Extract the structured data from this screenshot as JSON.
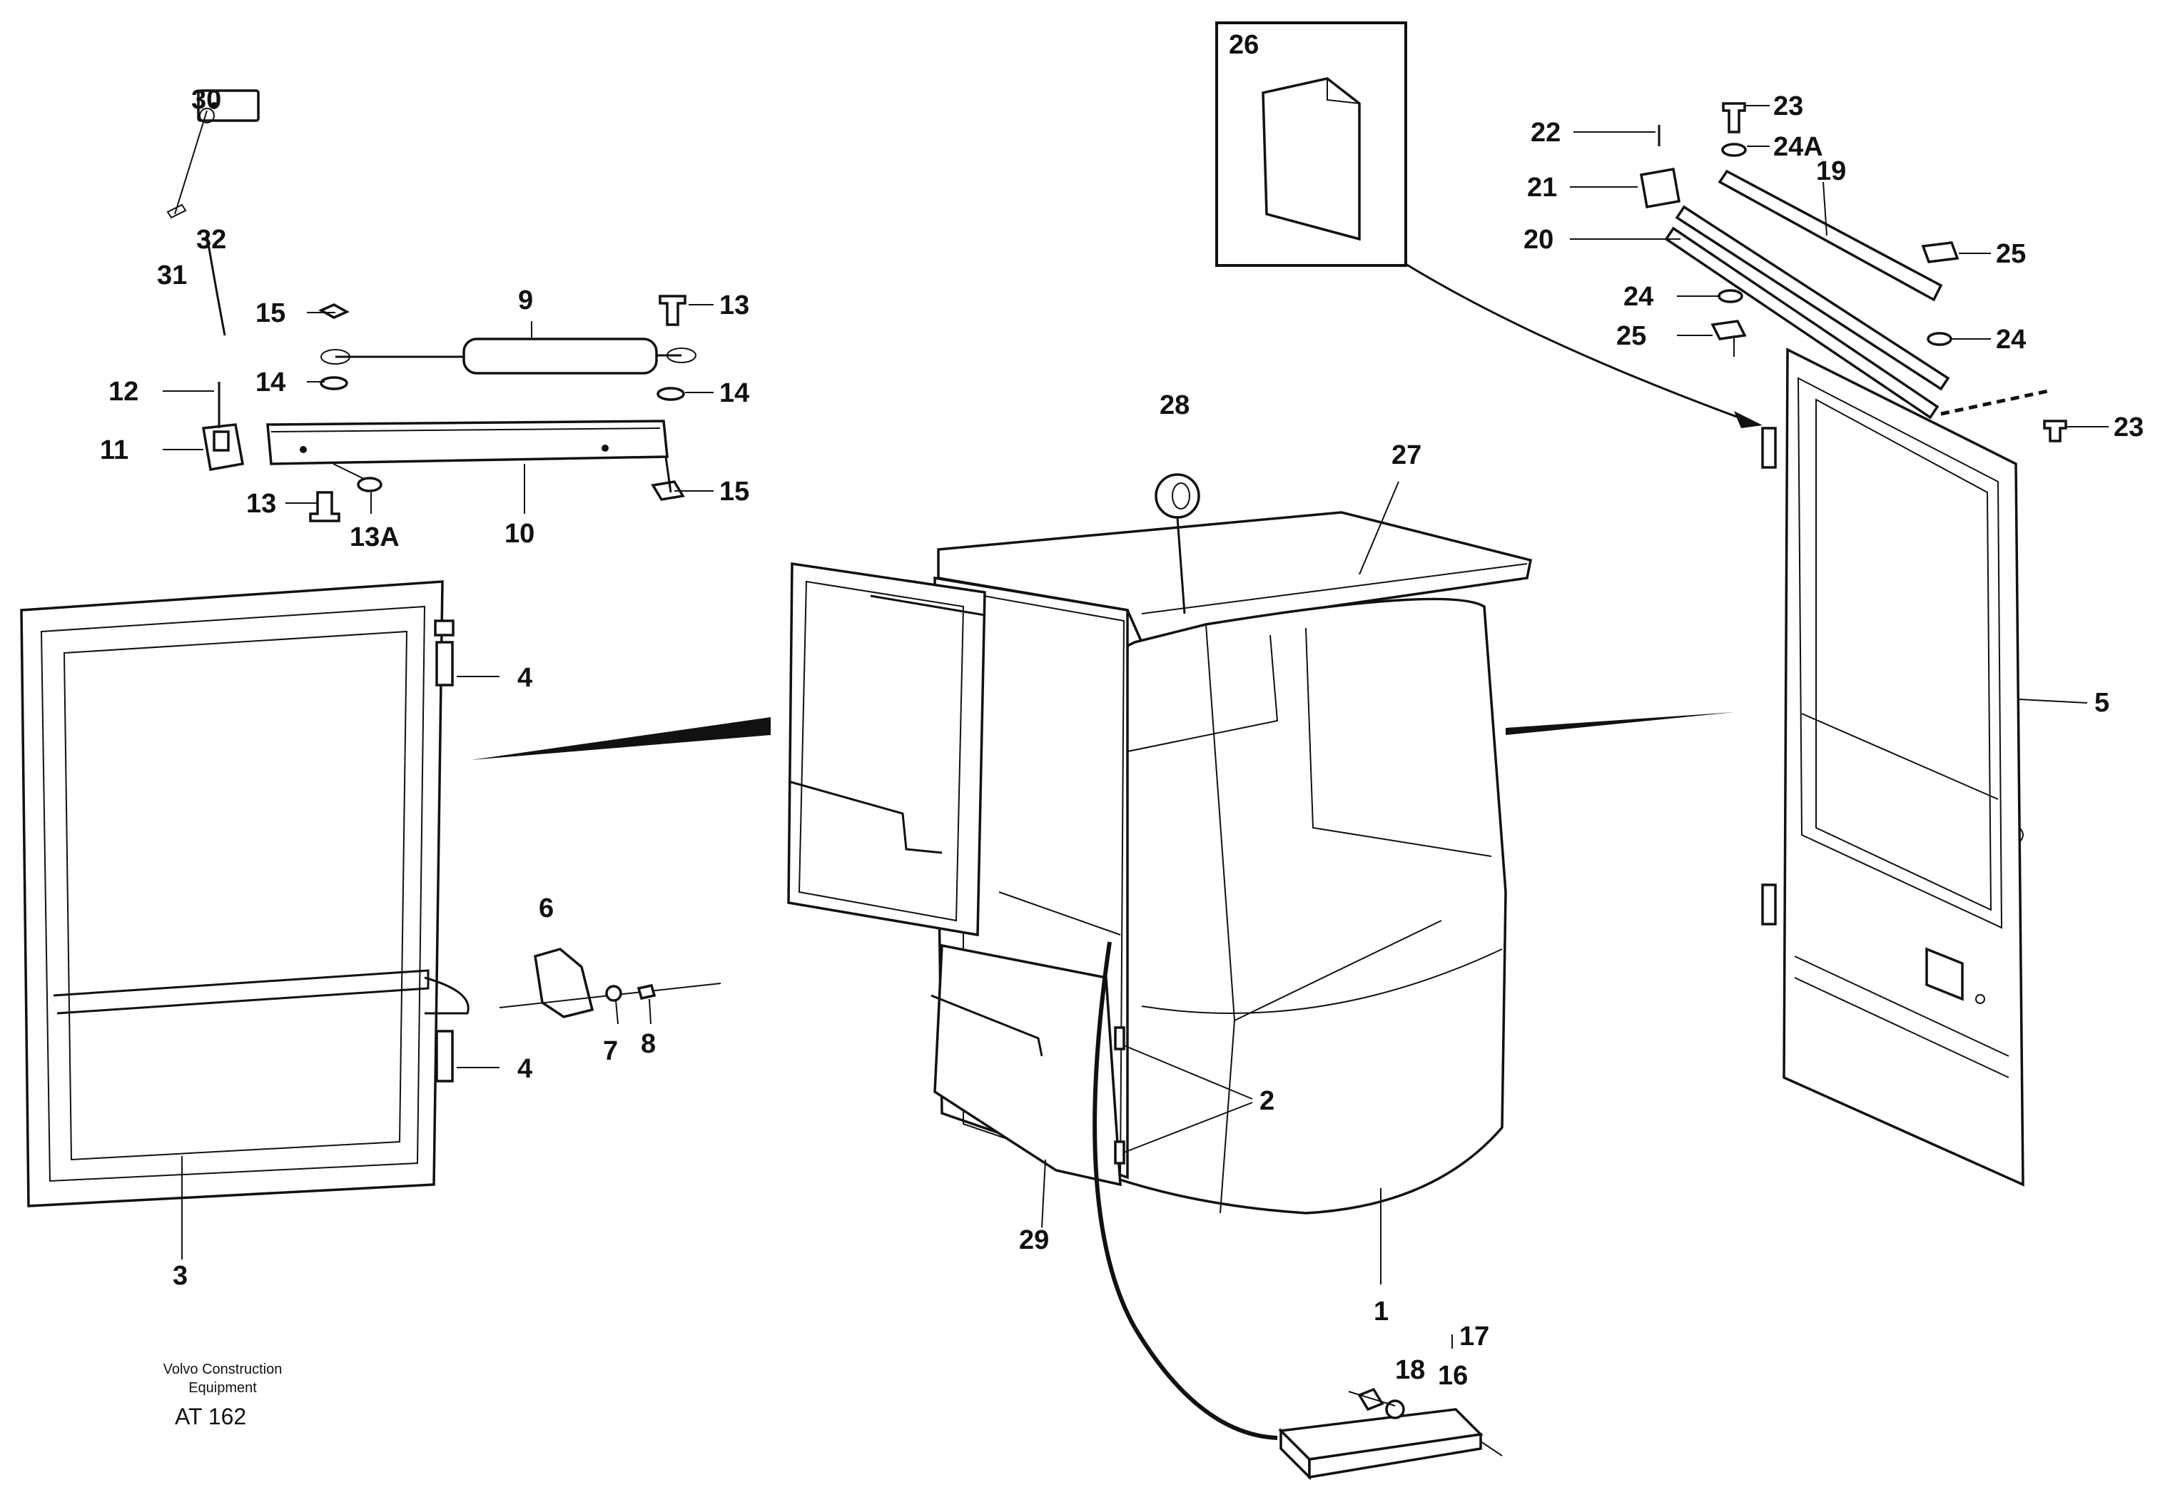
{
  "labels": {
    "l1": "1",
    "l2": "2",
    "l3": "3",
    "l4a": "4",
    "l4b": "4",
    "l5": "5",
    "l6": "6",
    "l7": "7",
    "l8": "8",
    "l9": "9",
    "l10": "10",
    "l11": "11",
    "l12": "12",
    "l13a": "13",
    "l13b": "13",
    "l13A": "13A",
    "l14a": "14",
    "l14b": "14",
    "l15a": "15",
    "l15b": "15",
    "l16": "16",
    "l17": "17",
    "l18": "18",
    "l19": "19",
    "l20": "20",
    "l21": "21",
    "l22": "22",
    "l23a": "23",
    "l23b": "23",
    "l24A": "24A",
    "l24a": "24",
    "l24b": "24",
    "l25a": "25",
    "l25b": "25",
    "l26": "26",
    "l27": "27",
    "l28": "28",
    "l29": "29",
    "l30": "30",
    "l31": "31",
    "l32": "32"
  },
  "footer": {
    "company_line1": "Volvo Construction",
    "company_line2": "Equipment",
    "ref_code": "AT 162"
  }
}
